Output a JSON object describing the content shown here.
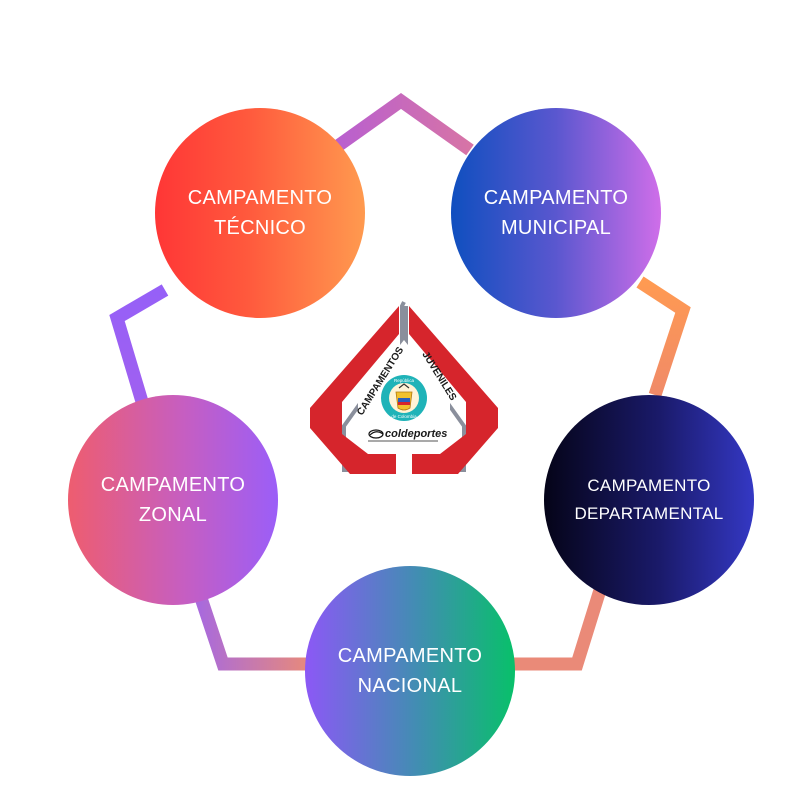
{
  "diagram": {
    "nodes": [
      {
        "id": "tecnico",
        "line1": "CAMPAMENTO",
        "line2": "TÉCNICO"
      },
      {
        "id": "municipal",
        "line1": "CAMPAMENTO",
        "line2": "MUNICIPAL"
      },
      {
        "id": "departamental",
        "line1": "CAMPAMENTO",
        "line2": "DEPARTAMENTAL"
      },
      {
        "id": "nacional",
        "line1": "CAMPAMENTO",
        "line2": "NACIONAL"
      },
      {
        "id": "zonal",
        "line1": "CAMPAMENTO",
        "line2": "ZONAL"
      }
    ],
    "logo": {
      "word_left": "CAMPAMENTOS",
      "word_right": "JUVENILES",
      "seal_text_top": "República",
      "seal_text_bottom": "de Colombia",
      "brand": "coldeportes"
    },
    "colors": {
      "pentagon_top_left": "#c46fb8",
      "pentagon_right": "#ff8f5a",
      "pentagon_left": "#9b5ef8",
      "logo_red": "#d6252c",
      "logo_gray": "#8a8f9c"
    }
  }
}
